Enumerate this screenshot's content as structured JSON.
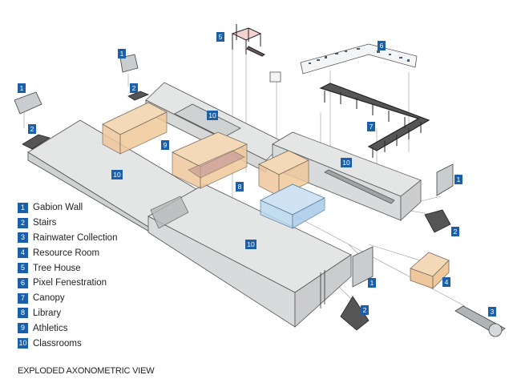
{
  "legend": {
    "items": [
      {
        "num": "1",
        "label": "Gabion Wall"
      },
      {
        "num": "2",
        "label": "Stairs"
      },
      {
        "num": "3",
        "label": "Rainwater Collection"
      },
      {
        "num": "4",
        "label": "Resource Room"
      },
      {
        "num": "5",
        "label": "Tree House"
      },
      {
        "num": "6",
        "label": "Pixel Fenestration"
      },
      {
        "num": "7",
        "label": "Canopy"
      },
      {
        "num": "8",
        "label": "Library"
      },
      {
        "num": "9",
        "label": "Athletics"
      },
      {
        "num": "10",
        "label": "Classrooms"
      }
    ]
  },
  "caption": "EXPLODED AXONOMETRIC VIEW",
  "tags": {
    "t1a": "1",
    "t1b": "1",
    "t1c": "1",
    "t1d": "1",
    "t2a": "2",
    "t2b": "2",
    "t2c": "2",
    "t2d": "2",
    "t3": "3",
    "t4": "4",
    "t5": "5",
    "t6": "6",
    "t7": "7",
    "t8": "8",
    "t9": "9",
    "t10a": "10",
    "t10b": "10",
    "t10c": "10",
    "t10d": "10"
  },
  "colors": {
    "badge": "#1a5fa8",
    "building_fill": "#e4e6e6",
    "orange_volume": "#f0c89a",
    "blue_volume": "#b8d6ee",
    "red_volume": "#c99a9a"
  }
}
